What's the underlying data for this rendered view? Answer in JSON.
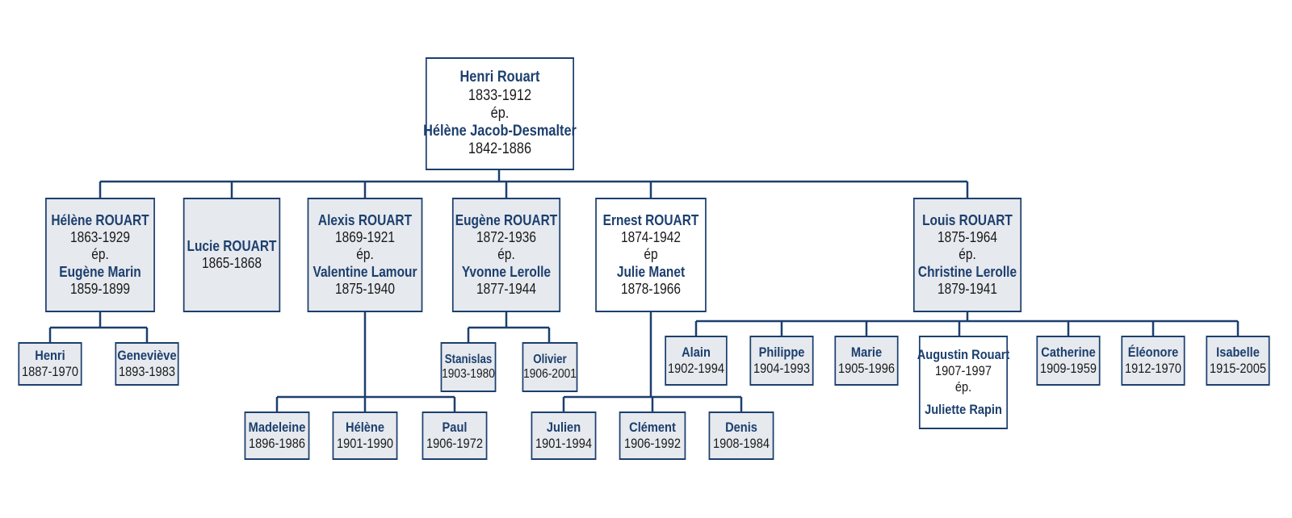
{
  "root": {
    "name": "Henri Rouart",
    "dates": "1833-1912",
    "ep": "ép.",
    "spouse": "Hélène Jacob-Desmalter",
    "spouse_dates": "1842-1886"
  },
  "children": [
    {
      "name": "Hélène ROUART",
      "dates": "1863-1929",
      "ep": "ép.",
      "spouse": "Eugène Marin",
      "spouse_dates": "1859-1899"
    },
    {
      "name": "Lucie ROUART",
      "dates": "1865-1868"
    },
    {
      "name": "Alexis ROUART",
      "dates": "1869-1921",
      "ep": "ép.",
      "spouse": "Valentine Lamour",
      "spouse_dates": "1875-1940"
    },
    {
      "name": "Eugène ROUART",
      "dates": "1872-1936",
      "ep": "ép.",
      "spouse": "Yvonne Lerolle",
      "spouse_dates": "1877-1944"
    },
    {
      "name": "Ernest ROUART",
      "dates": "1874-1942",
      "ep": "ép",
      "spouse": "Julie Manet",
      "spouse_dates": "1878-1966"
    },
    {
      "name": "Louis ROUART",
      "dates": "1875-1964",
      "ep": "ép.",
      "spouse": "Christine Lerolle",
      "spouse_dates": "1879-1941"
    }
  ],
  "grandchildren": {
    "helene": [
      {
        "name": "Henri",
        "dates": "1887-1970"
      },
      {
        "name": "Geneviève",
        "dates": "1893-1983"
      }
    ],
    "alexis": [
      {
        "name": "Madeleine",
        "dates": "1896-1986"
      },
      {
        "name": "Hélène",
        "dates": "1901-1990"
      },
      {
        "name": "Paul",
        "dates": "1906-1972"
      }
    ],
    "eugene": [
      {
        "name": "Stanislas",
        "dates": "1903-1980"
      },
      {
        "name": "Olivier",
        "dates": "1906-2001"
      }
    ],
    "ernest": [
      {
        "name": "Julien",
        "dates": "1901-1994"
      },
      {
        "name": "Clément",
        "dates": "1906-1992"
      },
      {
        "name": "Denis",
        "dates": "1908-1984"
      }
    ],
    "louis": [
      {
        "name": "Alain",
        "dates": "1902-1994"
      },
      {
        "name": "Philippe",
        "dates": "1904-1993"
      },
      {
        "name": "Marie",
        "dates": "1905-1996"
      },
      {
        "name": "Augustin Rouart",
        "dates": "1907-1997",
        "ep": "ép.",
        "spouse": "Juliette Rapin"
      },
      {
        "name": "Catherine",
        "dates": "1909-1959"
      },
      {
        "name": "Éléonore",
        "dates": "1912-1970"
      },
      {
        "name": "Isabelle",
        "dates": "1915-2005"
      }
    ]
  },
  "colors": {
    "line": "#1c3f6e",
    "name_text": "#1c3f6e",
    "box_fill": "#e6e9ee",
    "box_fill_white": "#ffffff"
  }
}
